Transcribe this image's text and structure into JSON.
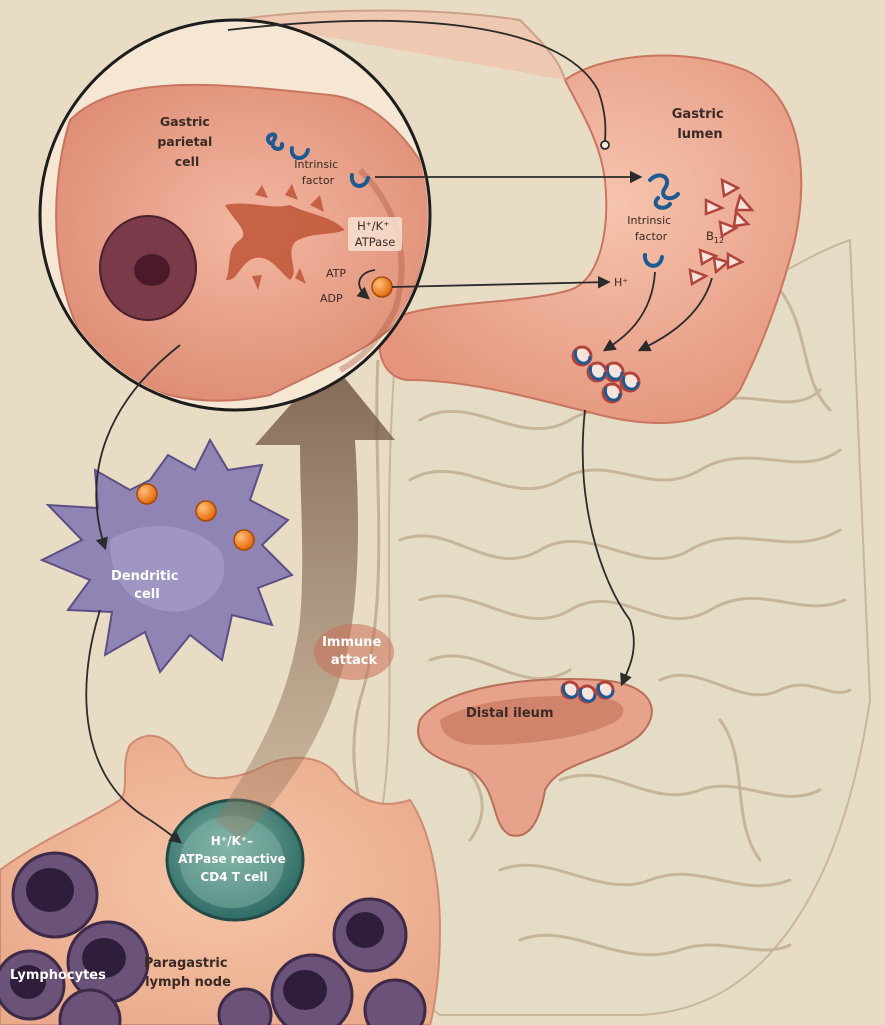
{
  "labels": {
    "gastric_parietal_cell": [
      "Gastric",
      "parietal",
      "cell"
    ],
    "intrinsic_factor_cell": [
      "Intrinsic",
      "factor"
    ],
    "hk_atpase_cell": [
      "H⁺/K⁺",
      "ATPase"
    ],
    "atp": "ATP",
    "adp": "ADP",
    "gastric_lumen": [
      "Gastric",
      "lumen"
    ],
    "intrinsic_factor_lumen": [
      "Intrinsic",
      "factor"
    ],
    "b12": "B",
    "b12_sub": "12",
    "h_plus": "H⁺",
    "dendritic_cell": [
      "Dendritic",
      "cell"
    ],
    "immune_attack": [
      "Immune",
      "attack"
    ],
    "distal_ileum": "Distal ileum",
    "cd4_t_cell": [
      "H⁺/K⁺–",
      "ATPase reactive",
      "CD4 T cell"
    ],
    "paragastric_lymph_node": [
      "Paragastric",
      "lymph node"
    ],
    "lymphocytes": "Lymphocytes"
  },
  "colors": {
    "background": "#e9dcc4",
    "cell_pink": "#eba08a",
    "stomach_pink": "#f1b29b",
    "intestine": "#e8e0cb",
    "dendritic_purple": "#8f84b3",
    "orange_dot": "#f07d1b",
    "intrinsic_blue": "#2e6aa6",
    "arrow_brown": "#8c6e57"
  }
}
